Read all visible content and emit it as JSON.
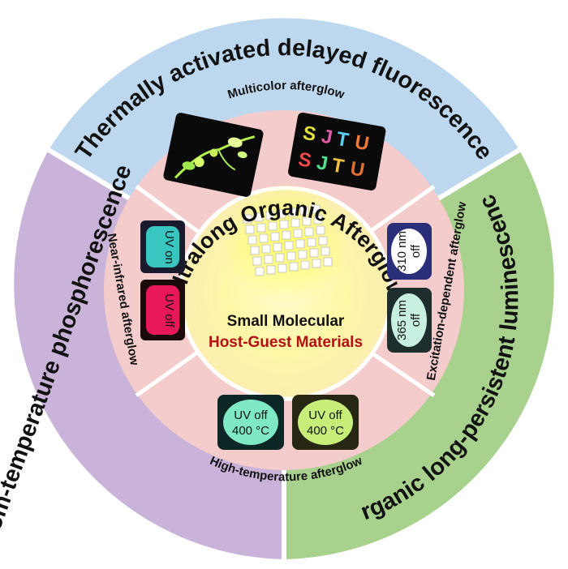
{
  "diagram": {
    "outer_ring": {
      "top": "Thermally activated delayed fluorescence",
      "left": "Room-temperature phosphorescence",
      "right": "Organic long-persistent luminescence",
      "bottom_left": "Room-temperature phosphorescence",
      "colors": {
        "top": "#bdd7ee",
        "left": "#c9b3d9",
        "right": "#a9d18e",
        "bottom": "#c9b3d9"
      }
    },
    "inner_ring": {
      "color": "#f4cccc",
      "top": "Multicolor afterglow",
      "left": "Near-infrared afterglow",
      "right": "Excitation-dependent afterglow",
      "bottom": "High-temperature afterglow"
    },
    "arc_title": "Ultralong Organic Afterglow",
    "center": {
      "line1": "Small Molecular",
      "line2": "Host-Guest Materials"
    },
    "photos": {
      "multicolor_letters_top": [
        "S",
        "J",
        "T",
        "U"
      ],
      "multicolor_letters_bottom": [
        "S",
        "J",
        "T",
        "U"
      ],
      "nir_uv_on": "UV on",
      "nir_uv_off": "UV off",
      "exc_310_line1": "310 nm",
      "exc_310_line2": "off",
      "exc_365_line1": "365 nm",
      "exc_365_line2": "off",
      "ht_left_line1": "UV off",
      "ht_left_line2": "400 °C",
      "ht_right_line1": "UV off",
      "ht_right_line2": "400 °C"
    }
  }
}
